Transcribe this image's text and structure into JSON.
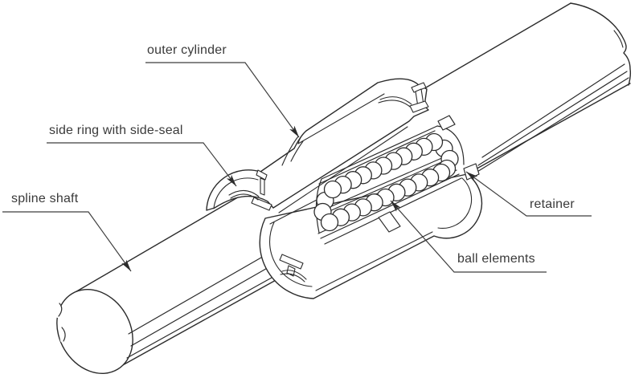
{
  "diagram": {
    "type": "technical-line-illustration",
    "subject": "ball spline assembly (exploded cutaway isometric view)",
    "background_color": "#ffffff",
    "line_color": "#2b2b2b",
    "text_color": "#3a3a3a",
    "labels": {
      "outer_cylinder": "outer cylinder",
      "side_ring": "side ring with side-seal",
      "spline_shaft": "spline shaft",
      "retainer": "retainer",
      "ball_elements": "ball elements"
    }
  }
}
